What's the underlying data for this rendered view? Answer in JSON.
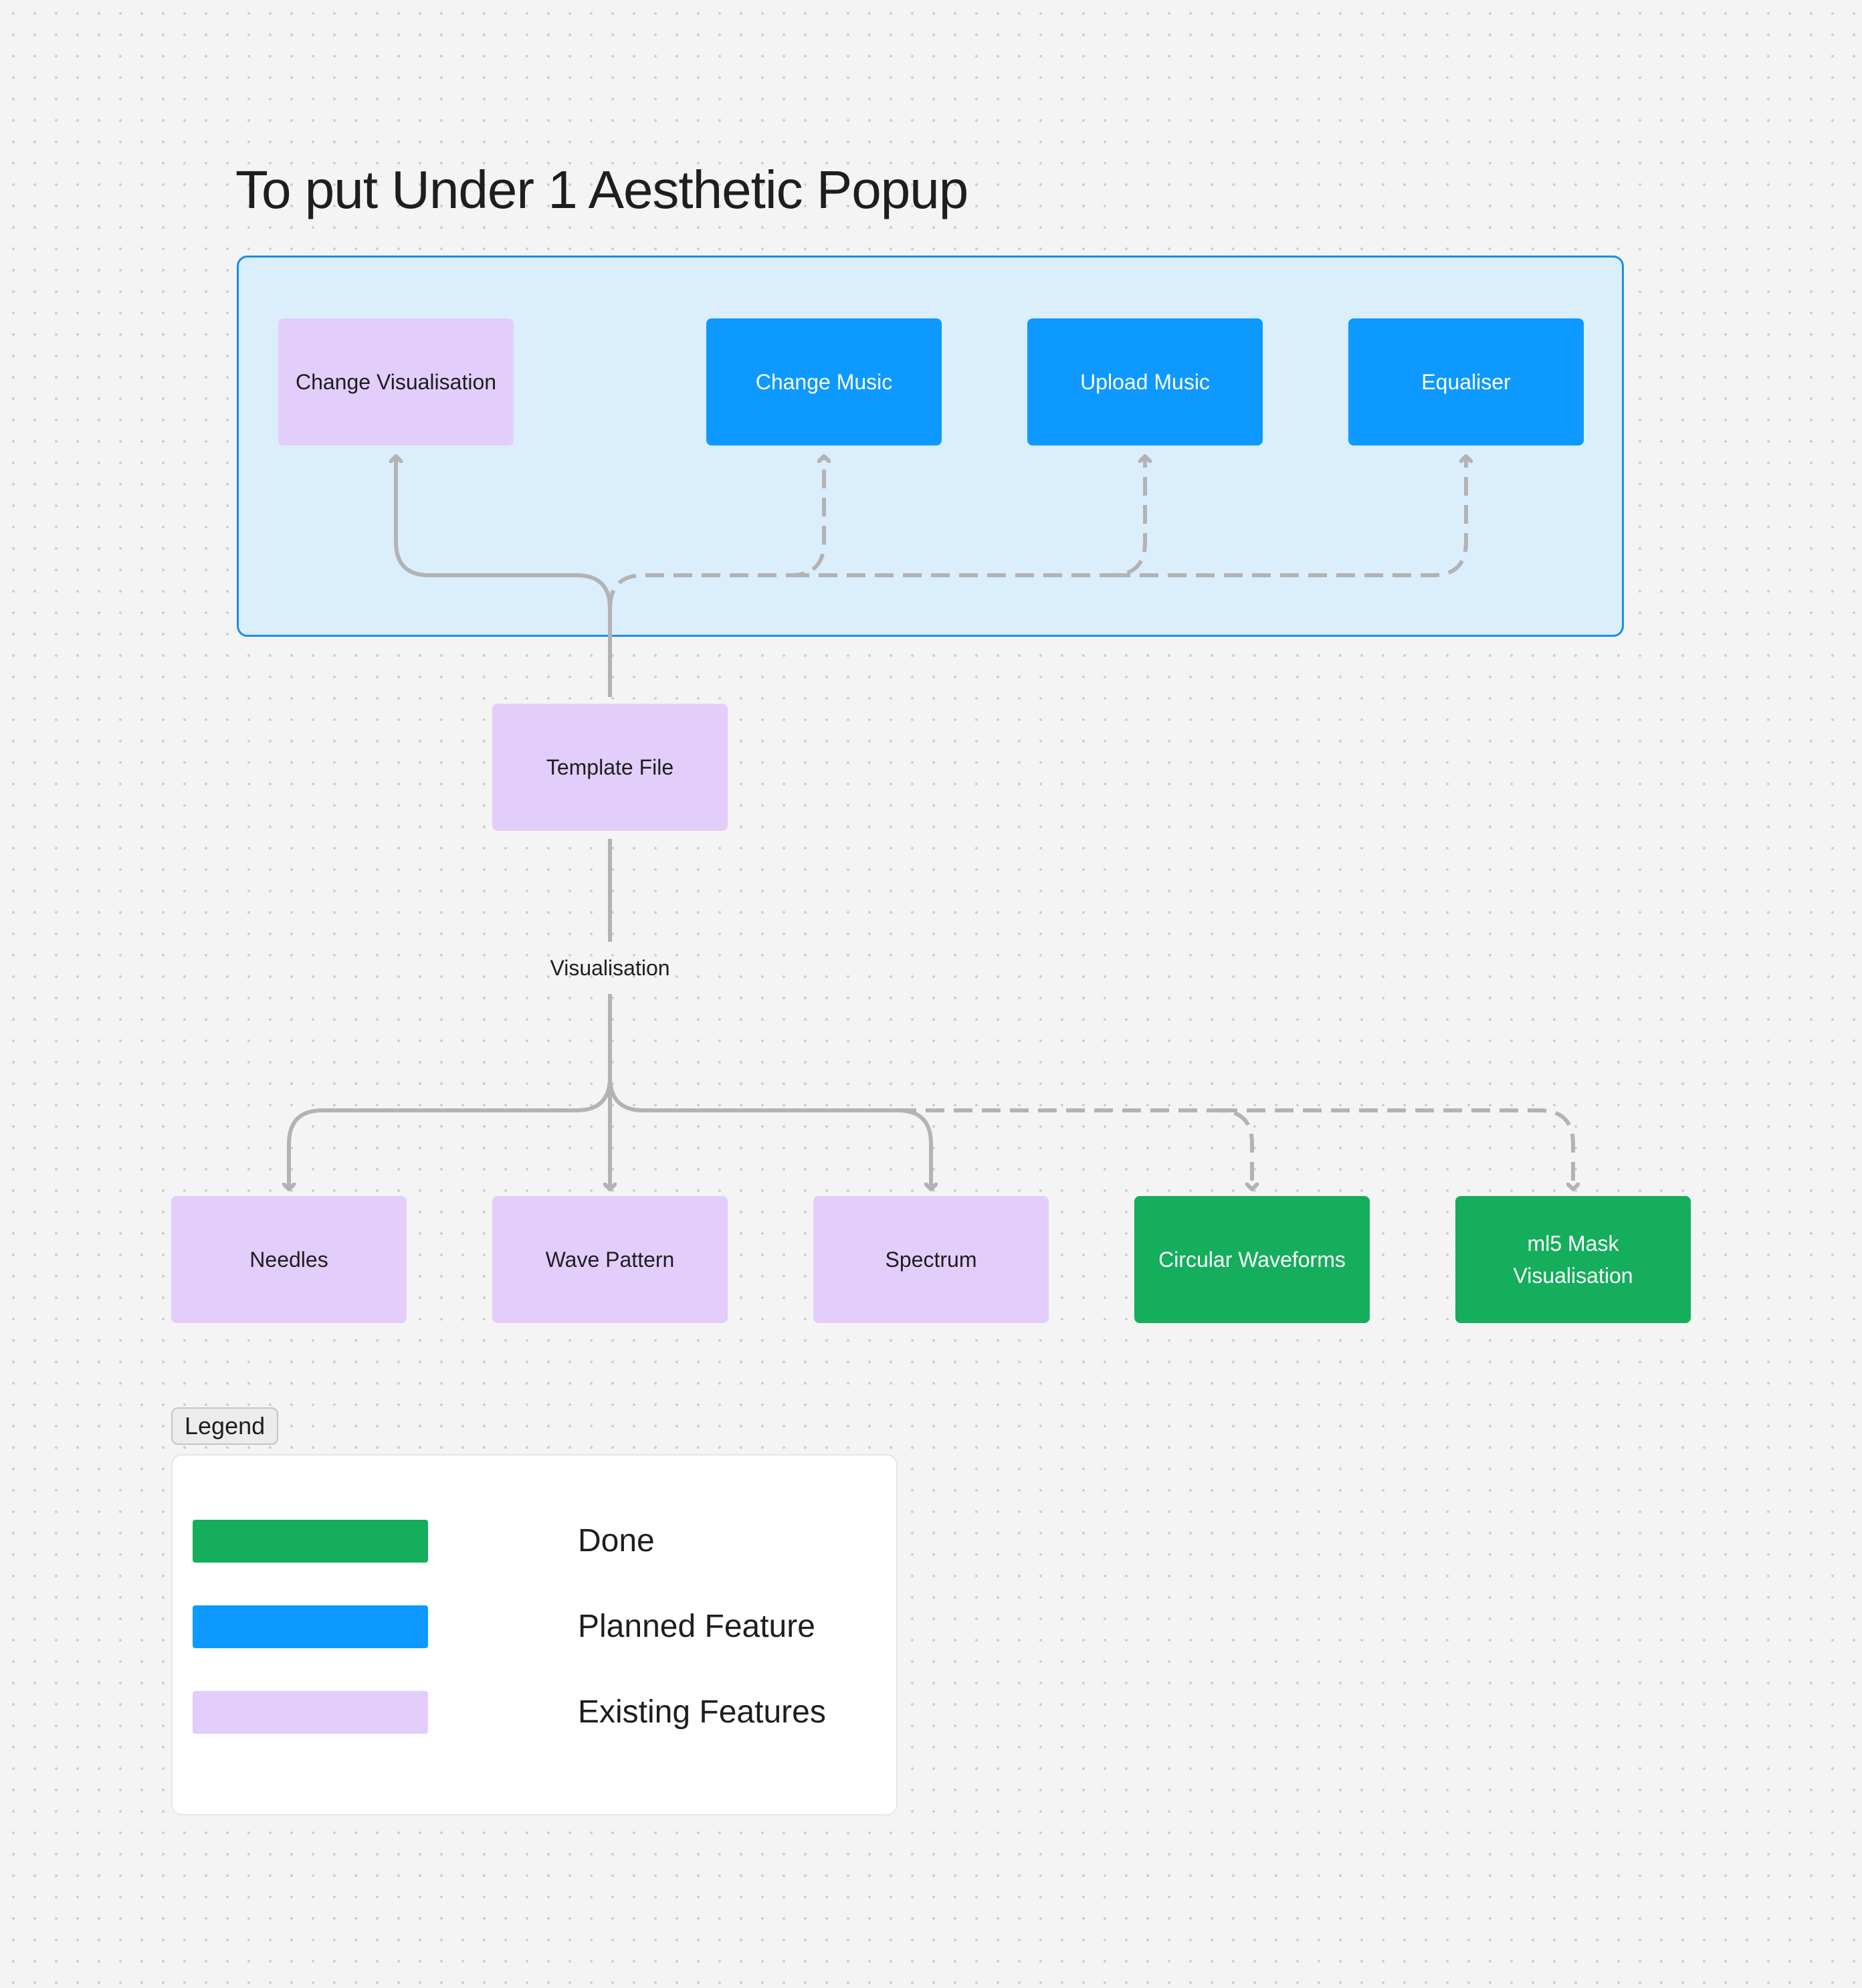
{
  "title": "To put Under 1 Aesthetic Popup",
  "colors": {
    "existing": "#e3cdfb",
    "planned": "#0d99ff",
    "done": "#14ae5c",
    "section_fill": "#daeefc",
    "section_border": "#1a8fe6",
    "connector": "#b3b3b3"
  },
  "popup_nodes": [
    {
      "label": "Change Visualisation",
      "status": "existing"
    },
    {
      "label": "Change Music",
      "status": "planned"
    },
    {
      "label": "Upload Music",
      "status": "planned"
    },
    {
      "label": "Equaliser",
      "status": "planned"
    }
  ],
  "template_node": {
    "label": "Template File",
    "status": "existing"
  },
  "edge_label": "Visualisation",
  "visualisation_nodes": [
    {
      "label": "Needles",
      "status": "existing"
    },
    {
      "label": "Wave Pattern",
      "status": "existing"
    },
    {
      "label": "Spectrum",
      "status": "existing"
    },
    {
      "label": "Circular Waveforms",
      "status": "done"
    },
    {
      "label": "ml5 Mask Visualisation",
      "status": "done"
    }
  ],
  "legend": {
    "tag": "Legend",
    "items": [
      {
        "label": "Done",
        "color": "#14ae5c"
      },
      {
        "label": "Planned Feature",
        "color": "#0d99ff"
      },
      {
        "label": "Existing Features",
        "color": "#e3cdfb"
      }
    ]
  }
}
